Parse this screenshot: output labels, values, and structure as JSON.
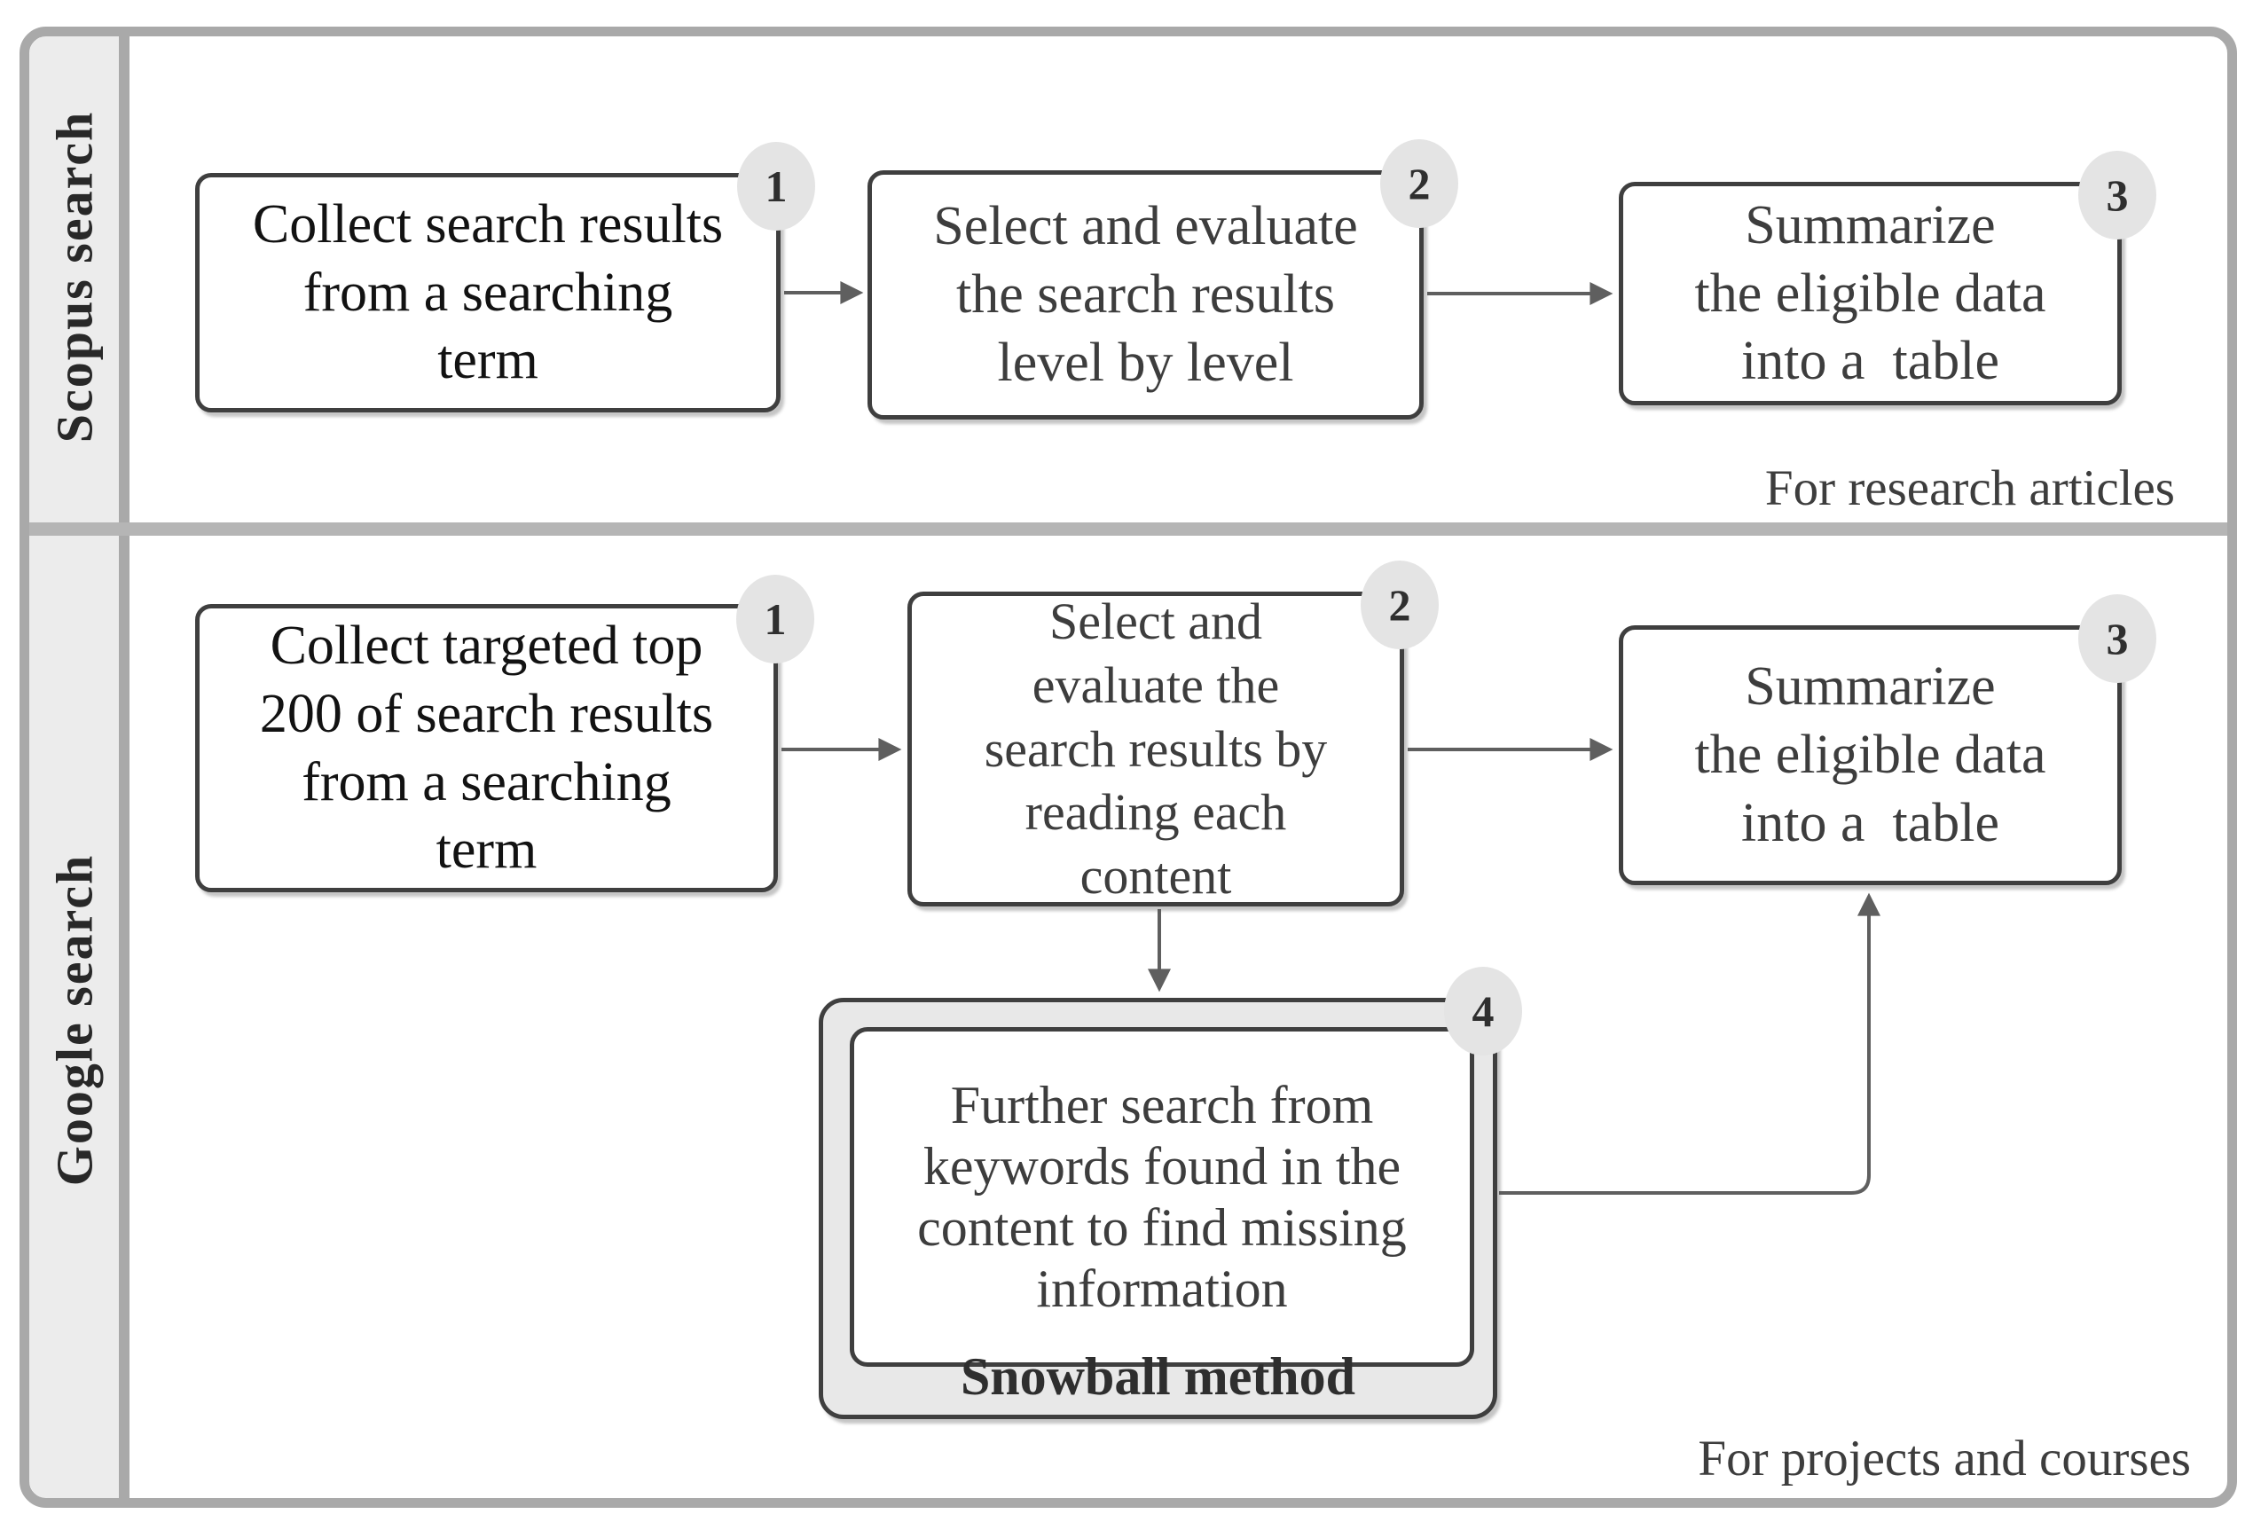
{
  "diagram": {
    "lanes": [
      {
        "label": "Scopus search",
        "caption": "For research articles",
        "boxes": [
          {
            "step": "1",
            "text": "Collect search results\nfrom a searching\nterm"
          },
          {
            "step": "2",
            "text": "Select and evaluate\nthe search results\nlevel by level"
          },
          {
            "step": "3",
            "text": "Summarize\nthe eligible data\ninto a  table"
          }
        ]
      },
      {
        "label": "Google search",
        "caption": "For projects and courses",
        "boxes": [
          {
            "step": "1",
            "text": "Collect targeted top\n200 of search results\nfrom a searching\nterm"
          },
          {
            "step": "2",
            "text": "Select and\nevaluate the\nsearch results by\nreading each\ncontent"
          },
          {
            "step": "3",
            "text": "Summarize\nthe eligible data\ninto a  table"
          }
        ],
        "snowball": {
          "step": "4",
          "text": "Further search from\nkeywords found in the\ncontent to find\nmissing information",
          "label": "Snowball method"
        }
      }
    ],
    "colors": {
      "frame_border": "#a9a9a9",
      "lane_strip_bg": "#ececec",
      "divider": "#b5b5b5",
      "box_border": "#3f3f3f",
      "box_bg": "#ffffff",
      "snowball_bg": "#e8e8e8",
      "badge_bg": "#e4e4e4",
      "arrow": "#5f5f5f",
      "text_dark": "#121212",
      "text_gray": "#3d3d3d"
    }
  }
}
